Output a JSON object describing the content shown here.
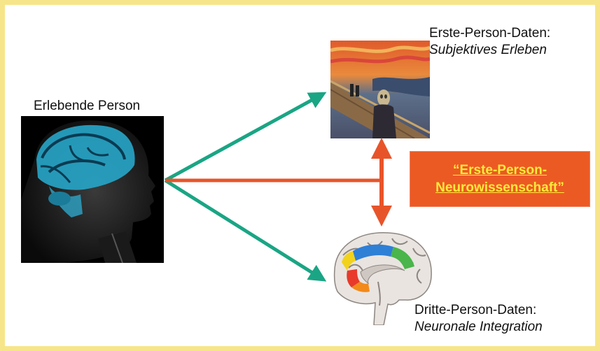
{
  "person": {
    "label": "Erlebende Person"
  },
  "first_person": {
    "title": "Erste-Person-Daten:",
    "subtitle": "Subjektives Erleben"
  },
  "third_person": {
    "title": "Dritte-Person-Daten:",
    "subtitle": "Neuronale Integration"
  },
  "callout": {
    "line1": "“Erste-Person-",
    "line2": "Neurowissenschaft”"
  },
  "colors": {
    "border": "#f7e58a",
    "green_arrow": "#1aa584",
    "orange_arrow": "#e8542a",
    "callout_bg": "#ec5a23",
    "callout_text": "#ffea3a"
  },
  "icons": {
    "person_image": "head-with-brain-scan",
    "painting_image": "the-scream-painting",
    "brain_image": "brain-cross-section"
  }
}
